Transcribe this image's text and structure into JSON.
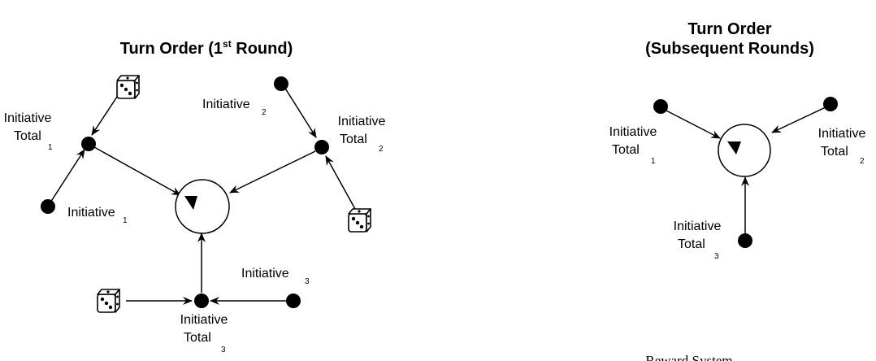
{
  "left": {
    "title_prefix": "Turn Order (1",
    "title_sup": "st",
    "title_suffix": " Round)",
    "initiative_total_1": {
      "line1": "Initiative",
      "line2": "Total",
      "sub": "1"
    },
    "initiative_total_2": {
      "line1": "Initiative",
      "line2": "Total",
      "sub": "2"
    },
    "initiative_total_3": {
      "line1": "Initiative",
      "line2": "Total",
      "sub": "3"
    },
    "initiative_1": {
      "text": "Initiative",
      "sub": "1"
    },
    "initiative_2": {
      "text": "Initiative",
      "sub": "2"
    },
    "initiative_3": {
      "text": "Initiative",
      "sub": "3"
    }
  },
  "right": {
    "title_line1": "Turn Order",
    "title_line2": "(Subsequent Rounds)",
    "initiative_total_1": {
      "line1": "Initiative",
      "line2": "Total",
      "sub": "1"
    },
    "initiative_total_2": {
      "line1": "Initiative",
      "line2": "Total",
      "sub": "2"
    },
    "initiative_total_3": {
      "line1": "Initiative",
      "line2": "Total",
      "sub": "3"
    }
  },
  "caption": "Reward System",
  "icons": [
    "dice-icon",
    "turn-pointer-icon",
    "node-dot"
  ]
}
